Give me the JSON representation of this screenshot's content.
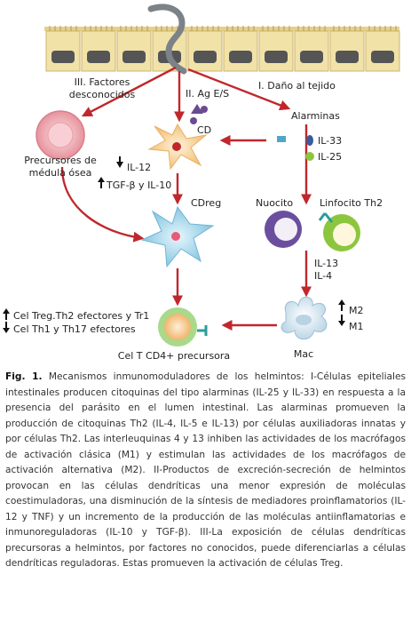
{
  "labels": {
    "factores": [
      "III. Factores",
      "desconocidos"
    ],
    "ag_es": "II. Ag E/S",
    "cd_small": "CD",
    "dano": "I. Daño al tejido",
    "alarminas": "Alarminas",
    "il33": "IL-33",
    "il25": "IL-25",
    "precursores": [
      "Precursores de",
      "médula ósea"
    ],
    "il12": "IL-12",
    "tgf": "TGF-β y IL-10",
    "cdreg": "CDreg",
    "nuocito": "Nuocito",
    "linfocito": "Linfocito Th2",
    "il13": "IL-13",
    "il4": "IL-4",
    "m2": "M2",
    "m1": "M1",
    "mac": "Mac",
    "cel_up": "Cel Treg.Th2 efectores y Tr1",
    "cel_down": "Cel Th1 y Th17 efectores",
    "cel_t": "Cel T CD4+ precursora"
  },
  "caption": {
    "label": "Fig. 1.",
    "text": "Mecanismos inmunomoduladores de los helmintos: I-Células epiteliales intestinales producen citoquinas del tipo alarminas (IL-25 y IL-33) en respuesta a la presencia del parásito en el lumen intestinal. Las alarminas promueven la producción de citoquinas Th2 (IL-4, IL-5 e IL-13) por células auxiliadoras innatas y por células Th2. Las interleuquinas 4 y 13 inhiben las actividades de los macrófagos de activación clásica (M1) y estimulan las actividades de los macrófagos de activación alternativa (M2). II-Productos de excreción-secreción de helmintos provocan en las células dendríticas una menor expresión de moléculas coestimuladoras, una disminución de la síntesis de mediadores proinflamatorios (IL-12 y TNF) y un incremento de la producción de las moléculas antiinflamatorias e inmunoreguladoras (IL-10 y TGF-β). III-La exposición de células dendríticas precursoras a helmintos, por factores no conocidos, puede diferenciarlas a células dendríticas reguladoras. Estas promueven la activación de células Treg."
  },
  "colors": {
    "arrow": "#c0272d",
    "epithelium": "#f1e2a8",
    "nucleus": "#555555",
    "precursor": "#e8a0a8",
    "dendritic": "#f7cf8a",
    "cdreg": "#9fd3e8",
    "nuocito": "#6b4f9e",
    "linfocito": "#8cc63f",
    "tcell": "#f4c28a"
  }
}
